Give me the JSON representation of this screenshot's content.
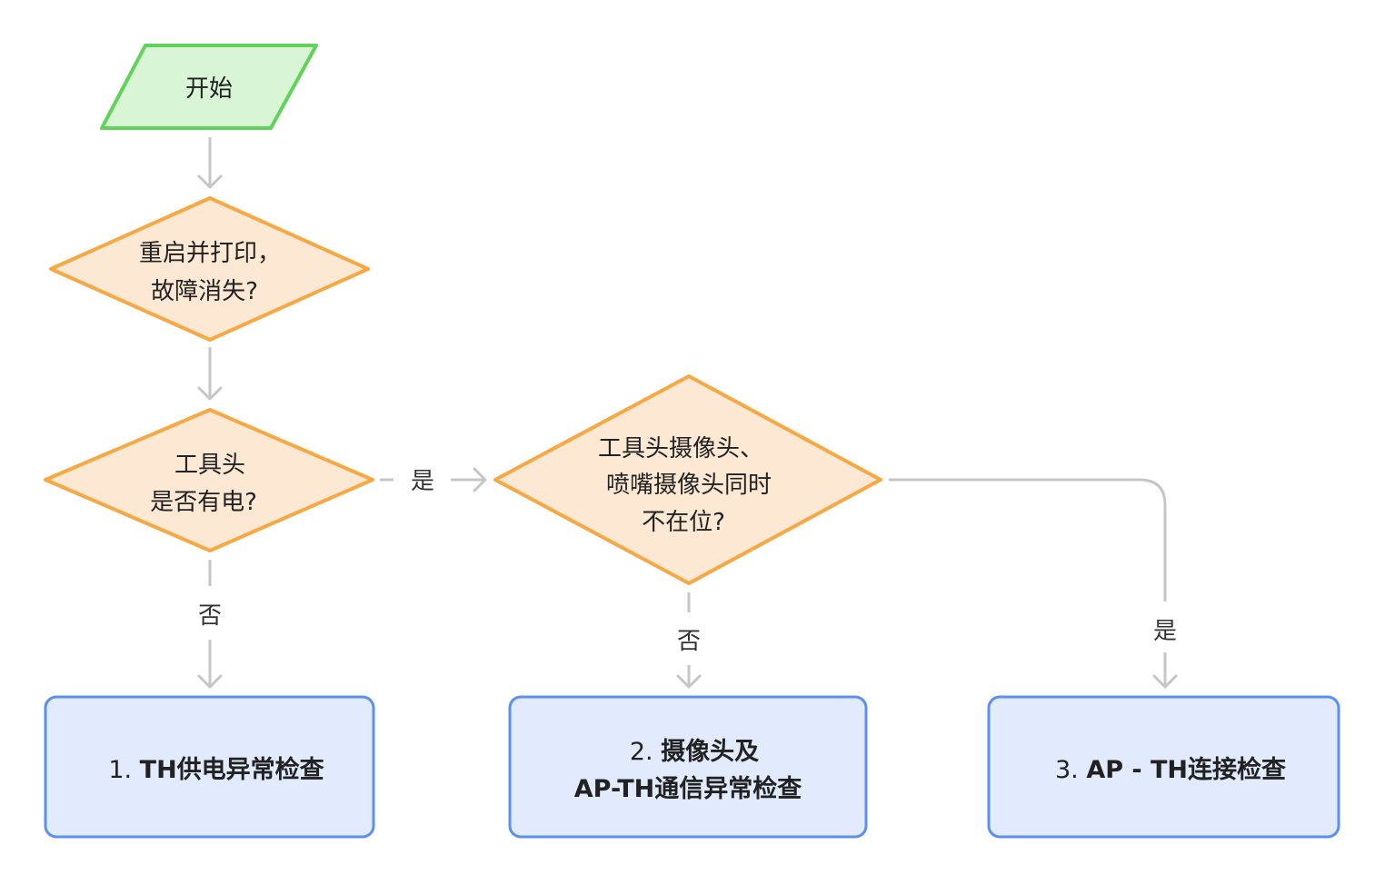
{
  "nodes": {
    "start": {
      "label": "开始"
    },
    "restart_decision": {
      "line1": "重启并打印，",
      "line2": "故障消失?"
    },
    "power_decision": {
      "line1": "工具头",
      "line2": "是否有电?"
    },
    "camera_decision": {
      "line1": "工具头摄像头、",
      "line2": "喷嘴摄像头同时",
      "line3": "不在位?"
    },
    "check1": {
      "prefix": "1. ",
      "title": "TH供电异常检查"
    },
    "check2": {
      "prefix": "2. ",
      "title_line1": "摄像头及",
      "title_line2": "AP-TH通信异常检查"
    },
    "check3": {
      "prefix": "3. ",
      "title": "AP - TH连接检查"
    }
  },
  "edges": {
    "power_yes": "是",
    "power_no": "否",
    "camera_no": "否",
    "camera_yes": "是"
  },
  "colors": {
    "start_fill": "#d8f5d6",
    "start_stroke": "#5fd35a",
    "decision_fill": "#fde8d4",
    "decision_stroke": "#f7a842",
    "process_fill": "#e1ebfd",
    "process_stroke": "#5b8ff1",
    "edge": "#c6c6c6"
  }
}
